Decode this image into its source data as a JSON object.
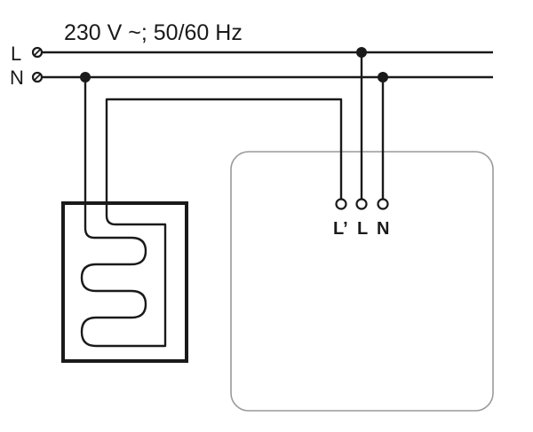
{
  "supply": {
    "label": "230 V ~; 50/60 Hz"
  },
  "lines": {
    "phase_label": "L",
    "neutral_label": "N"
  },
  "device": {
    "terminals": {
      "load_label": "L’",
      "phase_label": "L",
      "neutral_label": "N"
    }
  },
  "colors": {
    "line": "#1a1a1a",
    "background": "#ffffff",
    "device_outline": "#9a9a9a"
  }
}
